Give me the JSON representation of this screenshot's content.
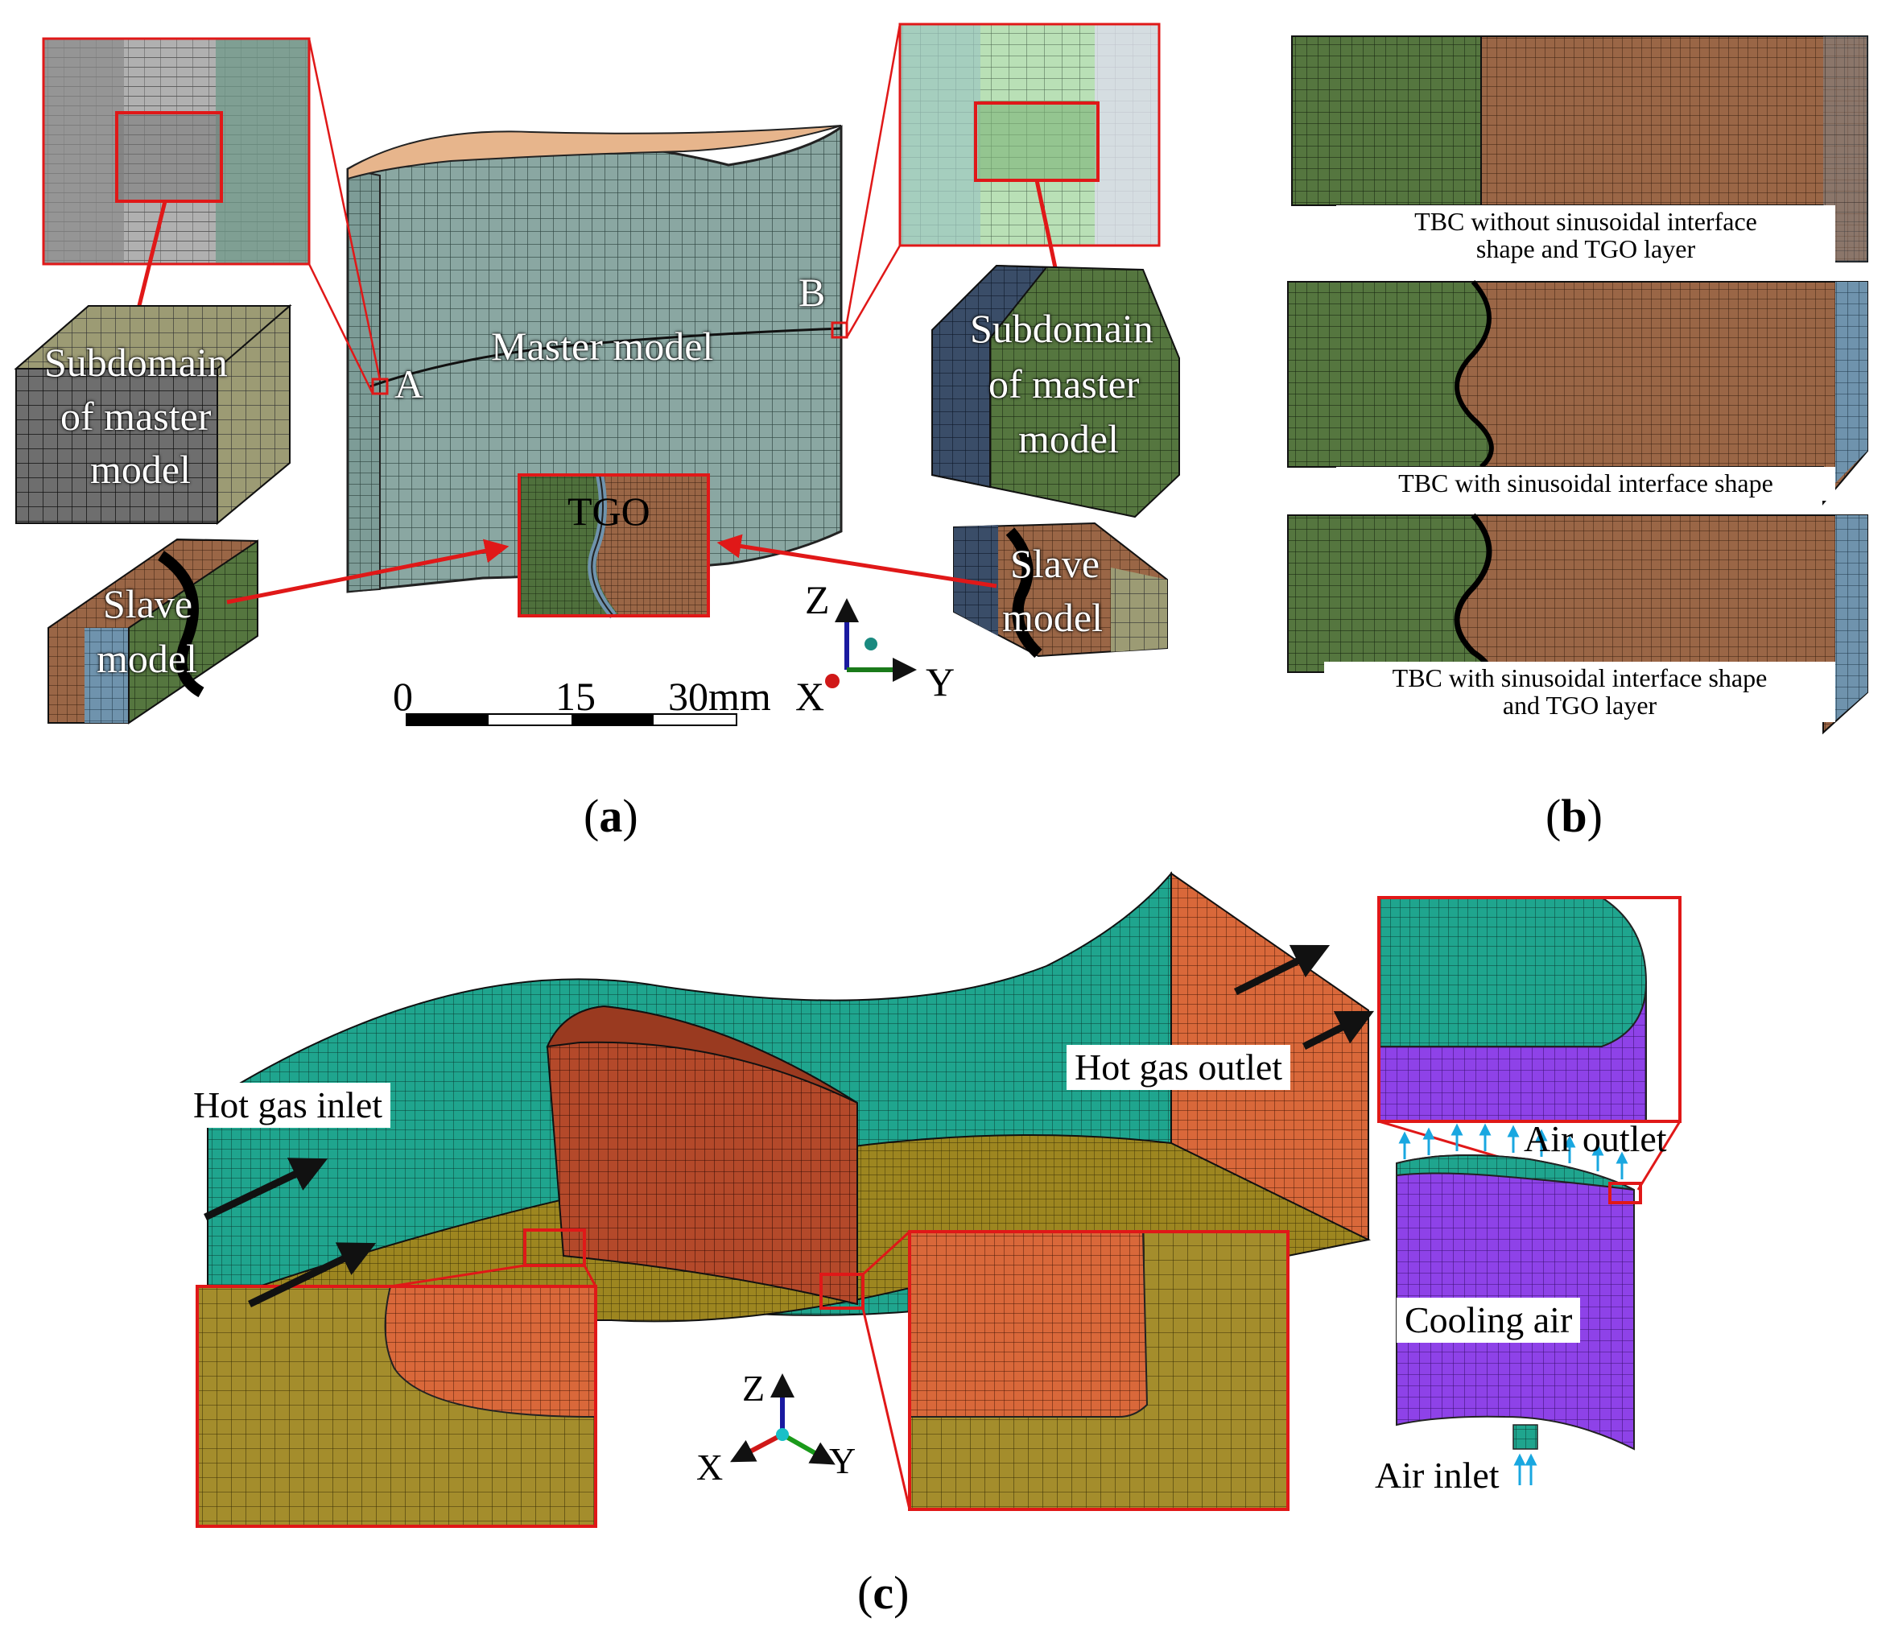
{
  "panel_a": {
    "caption": "a",
    "master_model": "Master model",
    "subdomain_left": [
      "Subdomain",
      "of master",
      "model"
    ],
    "subdomain_right": [
      "Subdomain",
      "of master",
      "model"
    ],
    "point_a": "A",
    "point_b": "B",
    "tgo": "TGO",
    "slave_left": [
      "Slave",
      "model"
    ],
    "slave_right": [
      "Slave",
      "model"
    ],
    "scale": {
      "s0": "0",
      "s15": "15",
      "s30": "30mm"
    },
    "axes": {
      "z": "Z",
      "y": "Y",
      "x": "X"
    }
  },
  "panel_b": {
    "caption": "b",
    "row1": [
      "TBC without sinusoidal interface",
      "shape and TGO layer"
    ],
    "row2": "TBC with sinusoidal interface shape",
    "row3": [
      "TBC with sinusoidal interface shape",
      "and TGO layer"
    ]
  },
  "panel_c": {
    "caption": "c",
    "hot_gas_inlet": "Hot gas inlet",
    "hot_gas_outlet": "Hot gas outlet",
    "air_outlet": "Air outlet",
    "cooling_air": "Cooling air",
    "air_inlet": "Air inlet",
    "axes": {
      "z": "Z",
      "x": "X",
      "y": "Y"
    }
  },
  "colors": {
    "teal_mesh": "#7f9c98",
    "green_mesh": "#4e6b3e",
    "brown_mesh": "#8b5a3c",
    "blue_mesh": "#6b8fa8",
    "orange_mesh": "#d9683a",
    "olive_mesh": "#8f7a1e",
    "cyan_mesh": "#1a9a86",
    "purple_mesh": "#8a3de0",
    "highlight_red": "#e01818"
  }
}
